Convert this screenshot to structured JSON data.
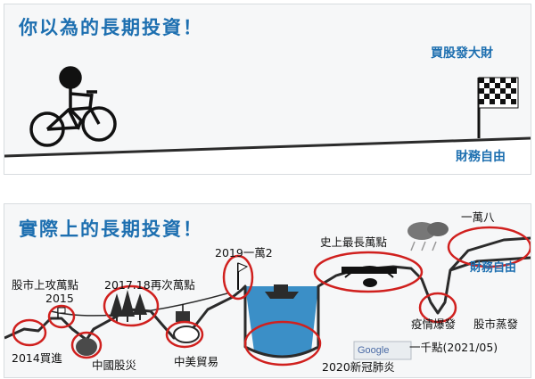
{
  "top_panel": {
    "title": "你以為的長期投資！",
    "goal_label": "買股發大財",
    "ground_label": "財務自由"
  },
  "bottom_panel": {
    "title": "實際上的長期投資！",
    "annotations": {
      "a2014": "2014買進",
      "a2015_line1": "股市上攻萬點",
      "a2015_line2": "2015",
      "china_crash": "中國股災",
      "a2017": "2017.18再次萬點",
      "trade_war": "中美貿易",
      "a2019": "2019一萬2",
      "covid": "2020新冠肺炎",
      "record": "史上最長萬點",
      "pandemic_line1": "疫情爆發",
      "pandemic_line2": "一千點(2021/05)",
      "market_up": "股市蒸發",
      "peak": "一萬八",
      "ground_label": "財務自由",
      "google_text": "Google"
    }
  },
  "colors": {
    "title_blue": "#1d6fb0",
    "circle_red": "#d0201e",
    "water_blue": "#3b8fc7",
    "ground": "#2b2b2b"
  }
}
